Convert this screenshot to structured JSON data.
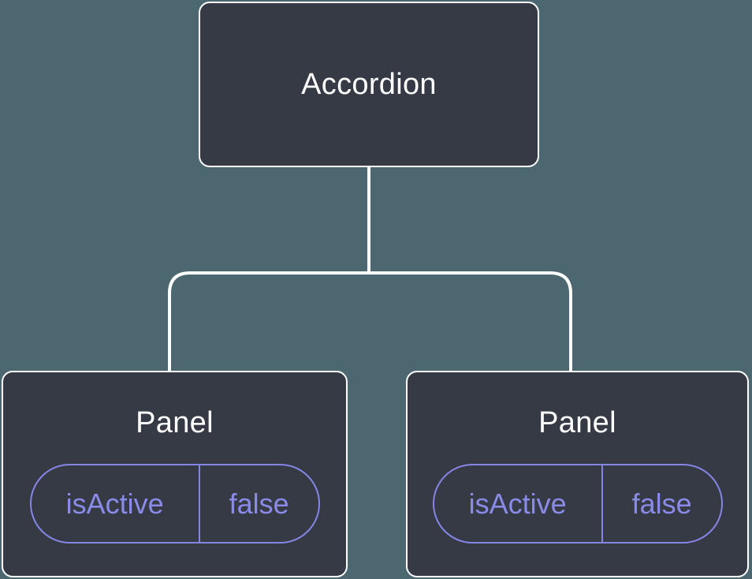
{
  "colors": {
    "background": "#4D6770",
    "node_fill": "#353A45",
    "node_border": "#FFFFFF",
    "connector": "#FFFFFF",
    "state_accent": "#8585E6",
    "state_text": "#8A8AE8"
  },
  "tree": {
    "root": {
      "label": "Accordion"
    },
    "children": [
      {
        "label": "Panel",
        "state": {
          "name": "isActive",
          "value": "false"
        }
      },
      {
        "label": "Panel",
        "state": {
          "name": "isActive",
          "value": "false"
        }
      }
    ]
  }
}
